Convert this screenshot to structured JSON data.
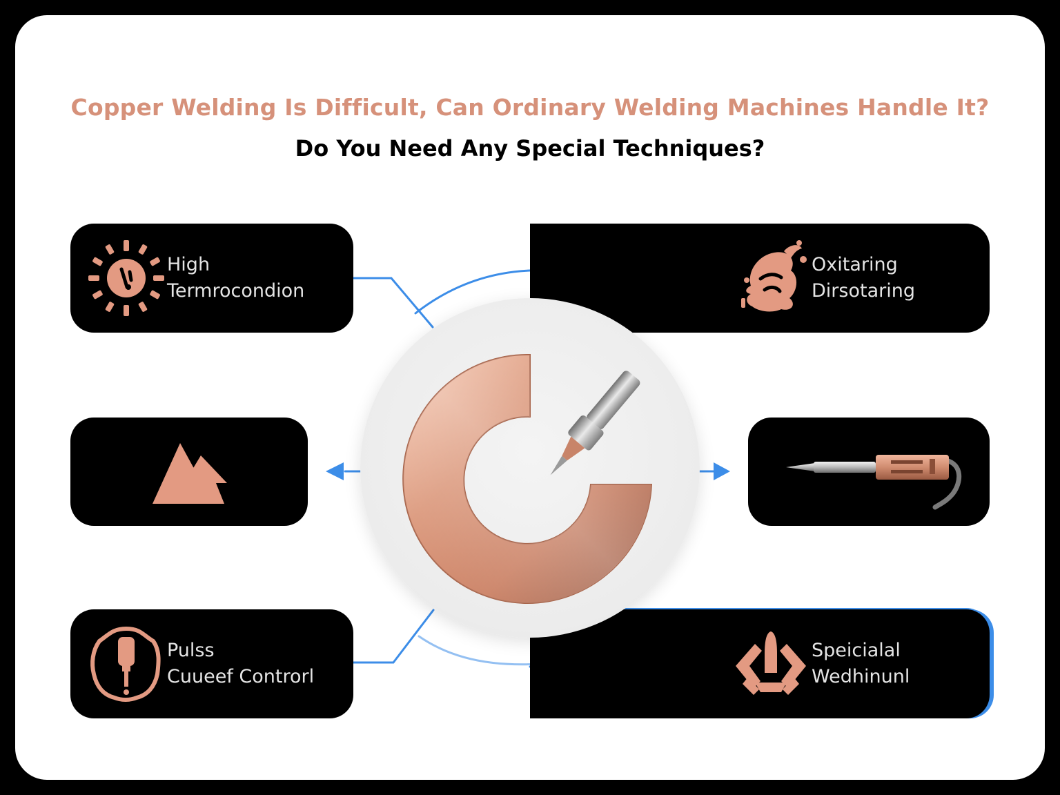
{
  "header": {
    "title": "Copper Welding Is Difficult, Can Ordinary Welding Machines Handle It?",
    "subtitle": "Do You Need Any Special Techniques?"
  },
  "cards": {
    "top_left": {
      "line1": "High",
      "line2": "Termrocondion",
      "icon": "sun-thermometer-icon"
    },
    "middle_left": {
      "icon": "mountain-icon"
    },
    "bottom_left": {
      "line1": "Pulss",
      "line2": "Cuueef Controrl",
      "icon": "electrode-icon"
    },
    "top_right": {
      "line1": "Oxitaring",
      "line2": "Dirsotaring",
      "icon": "splash-icon"
    },
    "middle_right": {
      "icon": "welding-torch-icon"
    },
    "bottom_right": {
      "line1": "Speicialal",
      "line2": "Wedhinunl",
      "icon": "clamp-icon"
    }
  },
  "hub": {
    "icon": "copper-ring-with-torch-icon"
  },
  "colors": {
    "accent_copper": "#d6917a",
    "icon_copper": "#e39a82",
    "connector_blue": "#3c8de8",
    "card_background": "#000000",
    "card_text": "#e4e4e4"
  }
}
